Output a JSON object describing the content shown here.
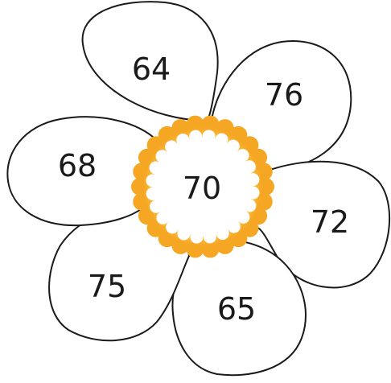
{
  "flower": {
    "center": {
      "value": "70",
      "ring_color": "#f5a623",
      "ring_highlight": "#ffd45a"
    },
    "petals": [
      {
        "value": "64"
      },
      {
        "value": "76"
      },
      {
        "value": "72"
      },
      {
        "value": "65"
      },
      {
        "value": "75"
      },
      {
        "value": "68"
      }
    ]
  }
}
